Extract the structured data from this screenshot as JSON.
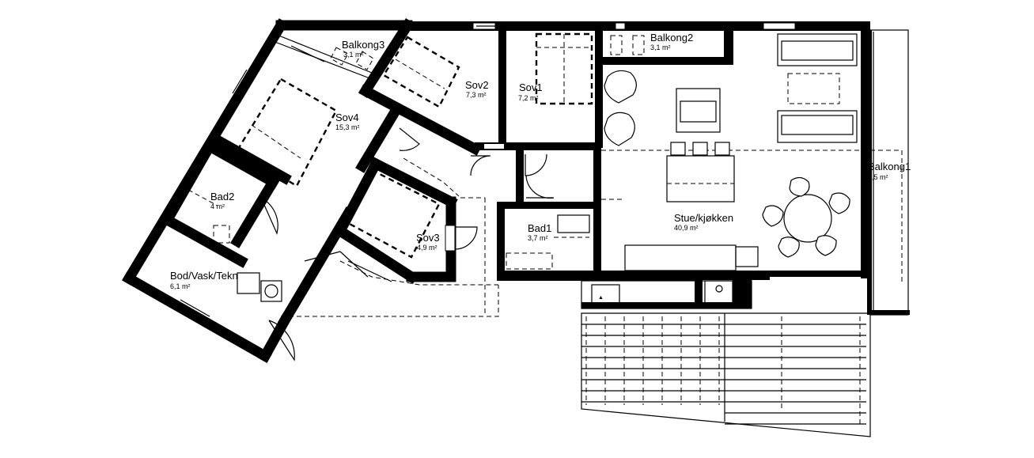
{
  "rooms": [
    {
      "id": "balkong3",
      "name": "Balkong3",
      "area": "3,1 m²"
    },
    {
      "id": "sov2",
      "name": "Sov2",
      "area": "7,3 m²"
    },
    {
      "id": "sov1",
      "name": "Sov1",
      "area": "7,2 m²"
    },
    {
      "id": "balkong2",
      "name": "Balkong2",
      "area": "3,1 m²"
    },
    {
      "id": "sov4",
      "name": "Sov4",
      "area": "15,3 m²"
    },
    {
      "id": "bad2",
      "name": "Bad2",
      "area": "4 m²"
    },
    {
      "id": "sov3",
      "name": "Sov3",
      "area": "4,9 m²"
    },
    {
      "id": "bad1",
      "name": "Bad1",
      "area": "3,7 m²"
    },
    {
      "id": "stue",
      "name": "Stue/kjøkken",
      "area": "40,9 m²"
    },
    {
      "id": "balkong1",
      "name": "Balkong1",
      "area": "7,5 m²"
    },
    {
      "id": "bod",
      "name": "Bod/Vask/Tekn",
      "area": "6,1 m²"
    }
  ]
}
